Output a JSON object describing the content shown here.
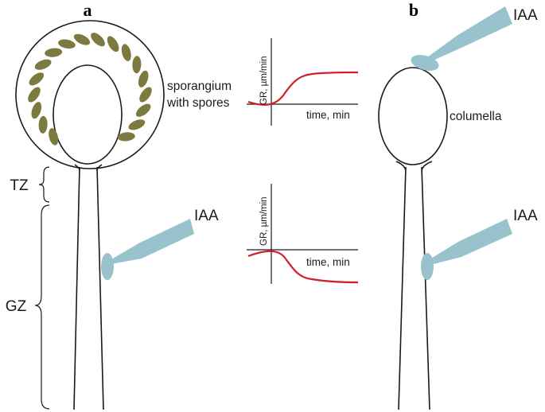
{
  "panels": {
    "a": "a",
    "b": "b"
  },
  "labels": {
    "sporangium_line1": "sporangium",
    "sporangium_line2": "with spores",
    "tz": "TZ",
    "gz": "GZ",
    "columella": "columella",
    "iaa_a_side": "IAA",
    "iaa_b_top": "IAA",
    "iaa_b_side": "IAA"
  },
  "graphs": {
    "top": {
      "ylabel": "GR, µm/min",
      "xlabel": "time, min",
      "trend": "increase"
    },
    "bottom": {
      "ylabel": "GR, µm/min",
      "xlabel": "time, min",
      "trend": "decrease"
    }
  },
  "colors": {
    "spore": "#7d7a3f",
    "pipette": "#99c3cc",
    "curve": "#d11f26",
    "outline": "#1a1a1a"
  }
}
